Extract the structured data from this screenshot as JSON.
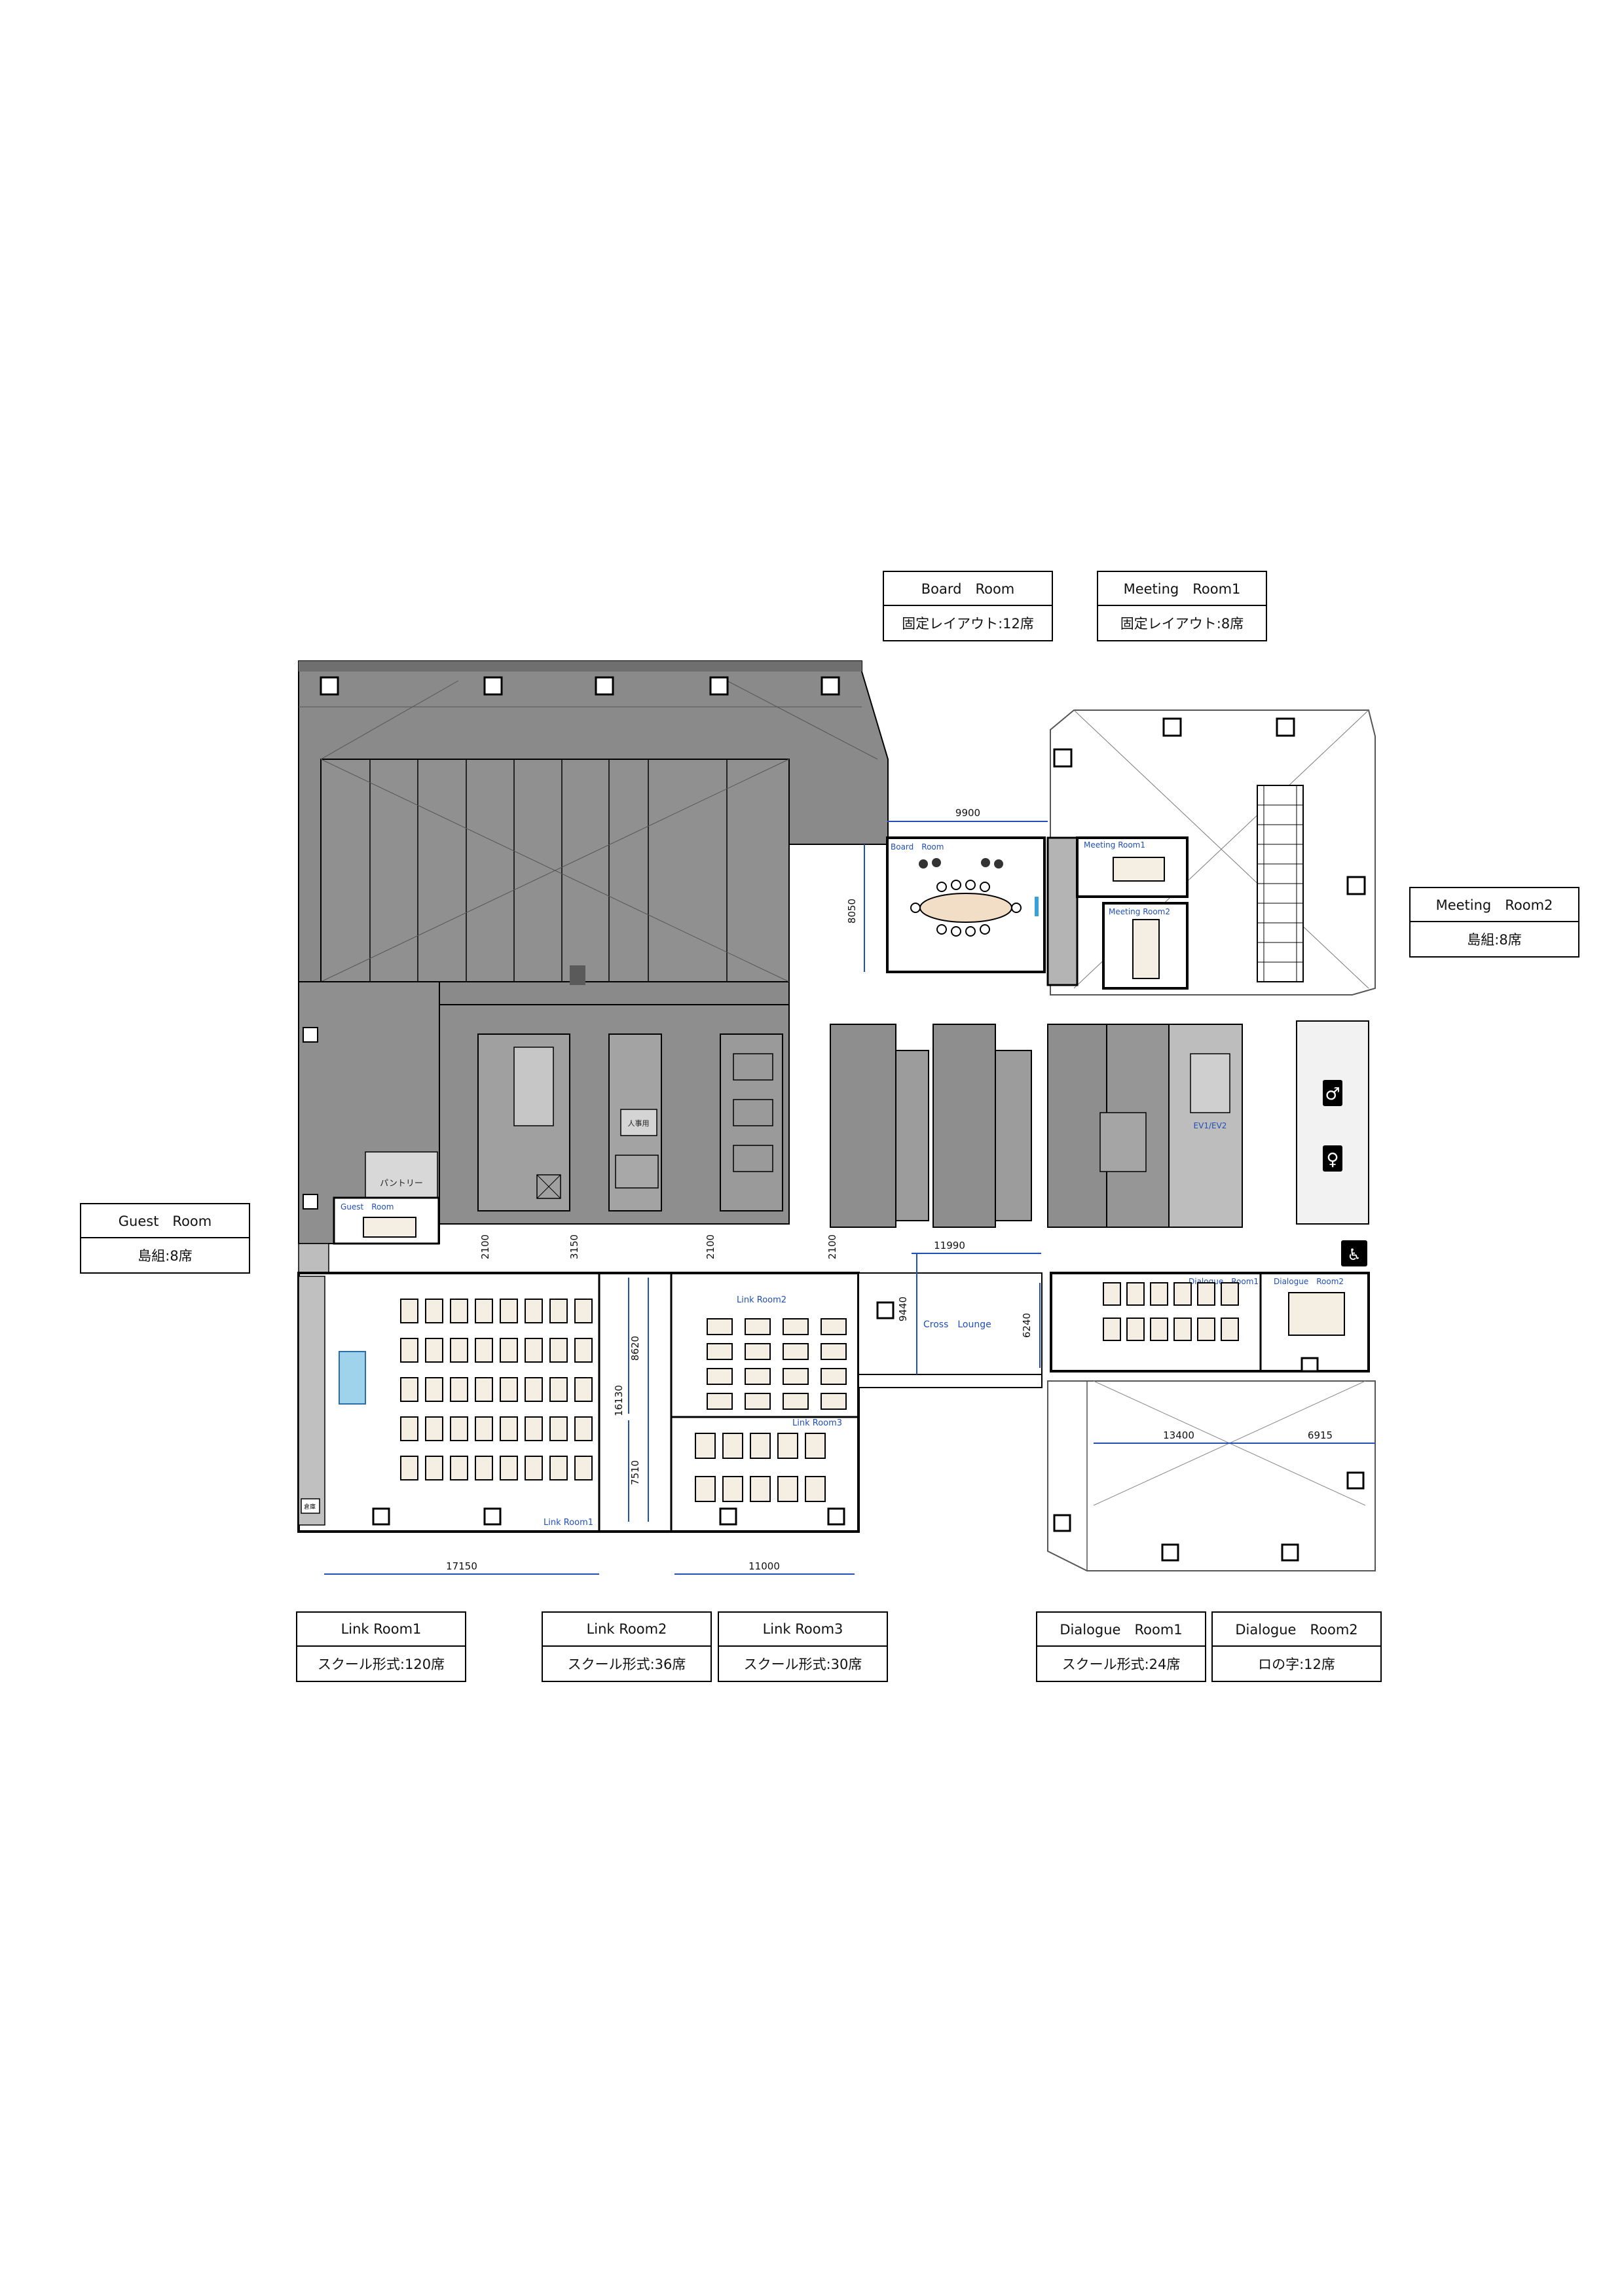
{
  "room_labels": {
    "board_room": {
      "title": "Board　Room",
      "capacity": "固定レイアウト:12席"
    },
    "meeting_room1": {
      "title": "Meeting　Room1",
      "capacity": "固定レイアウト:8席"
    },
    "meeting_room2": {
      "title": "Meeting　Room2",
      "capacity": "島組:8席"
    },
    "guest_room": {
      "title": "Guest　Room",
      "capacity": "島組:8席"
    },
    "link_room1": {
      "title": "Link Room1",
      "capacity": "スクール形式:120席"
    },
    "link_room2": {
      "title": "Link  Room2",
      "capacity": "スクール形式:36席"
    },
    "link_room3": {
      "title": "Link  Room3",
      "capacity": "スクール形式:30席"
    },
    "dialogue_room1": {
      "title": "Dialogue　Room1",
      "capacity": "スクール形式:24席"
    },
    "dialogue_room2": {
      "title": "Dialogue　Room2",
      "capacity": "ロの字:12席"
    }
  },
  "plan_labels": {
    "board_room": "Board　Room",
    "meeting_room1": "Meeting Room1",
    "meeting_room2": "Meeting Room2",
    "guest_room": "Guest　Room",
    "pantry": "パントリー",
    "staff": "人事用",
    "elevators": "EV1/EV2",
    "link_room1": "Link Room1",
    "link_room2": "Link Room2",
    "link_room3": "Link Room3",
    "cross_lounge": "Cross　Lounge",
    "dialogue_room1": "Dialogue　Room1",
    "dialogue_room2": "Dialogue　Room2",
    "storage": "倉庫"
  },
  "dimensions": {
    "board_width": "9900",
    "board_depth": "8050",
    "guest_corridor_a": "2100",
    "guest_corridor_b": "3150",
    "corridor_c": "2100",
    "corridor_d": "2100",
    "lounge_width": "11990",
    "lounge_depth": "9440",
    "dialogue_depth": "6240",
    "link2_depth": "8620",
    "link_total_depth": "16130",
    "link3_depth": "7510",
    "link1_width": "17150",
    "link23_width": "11000",
    "terrace_width": "13400",
    "dialogue2_width": "6915"
  },
  "colors": {
    "dark_zone": "#8c8c8c",
    "core_zone": "#a8a8a8",
    "wall": "#000000",
    "dimension": "#1f4fb8",
    "table": "#f4efe2",
    "board_table": "#f2ddc6"
  }
}
